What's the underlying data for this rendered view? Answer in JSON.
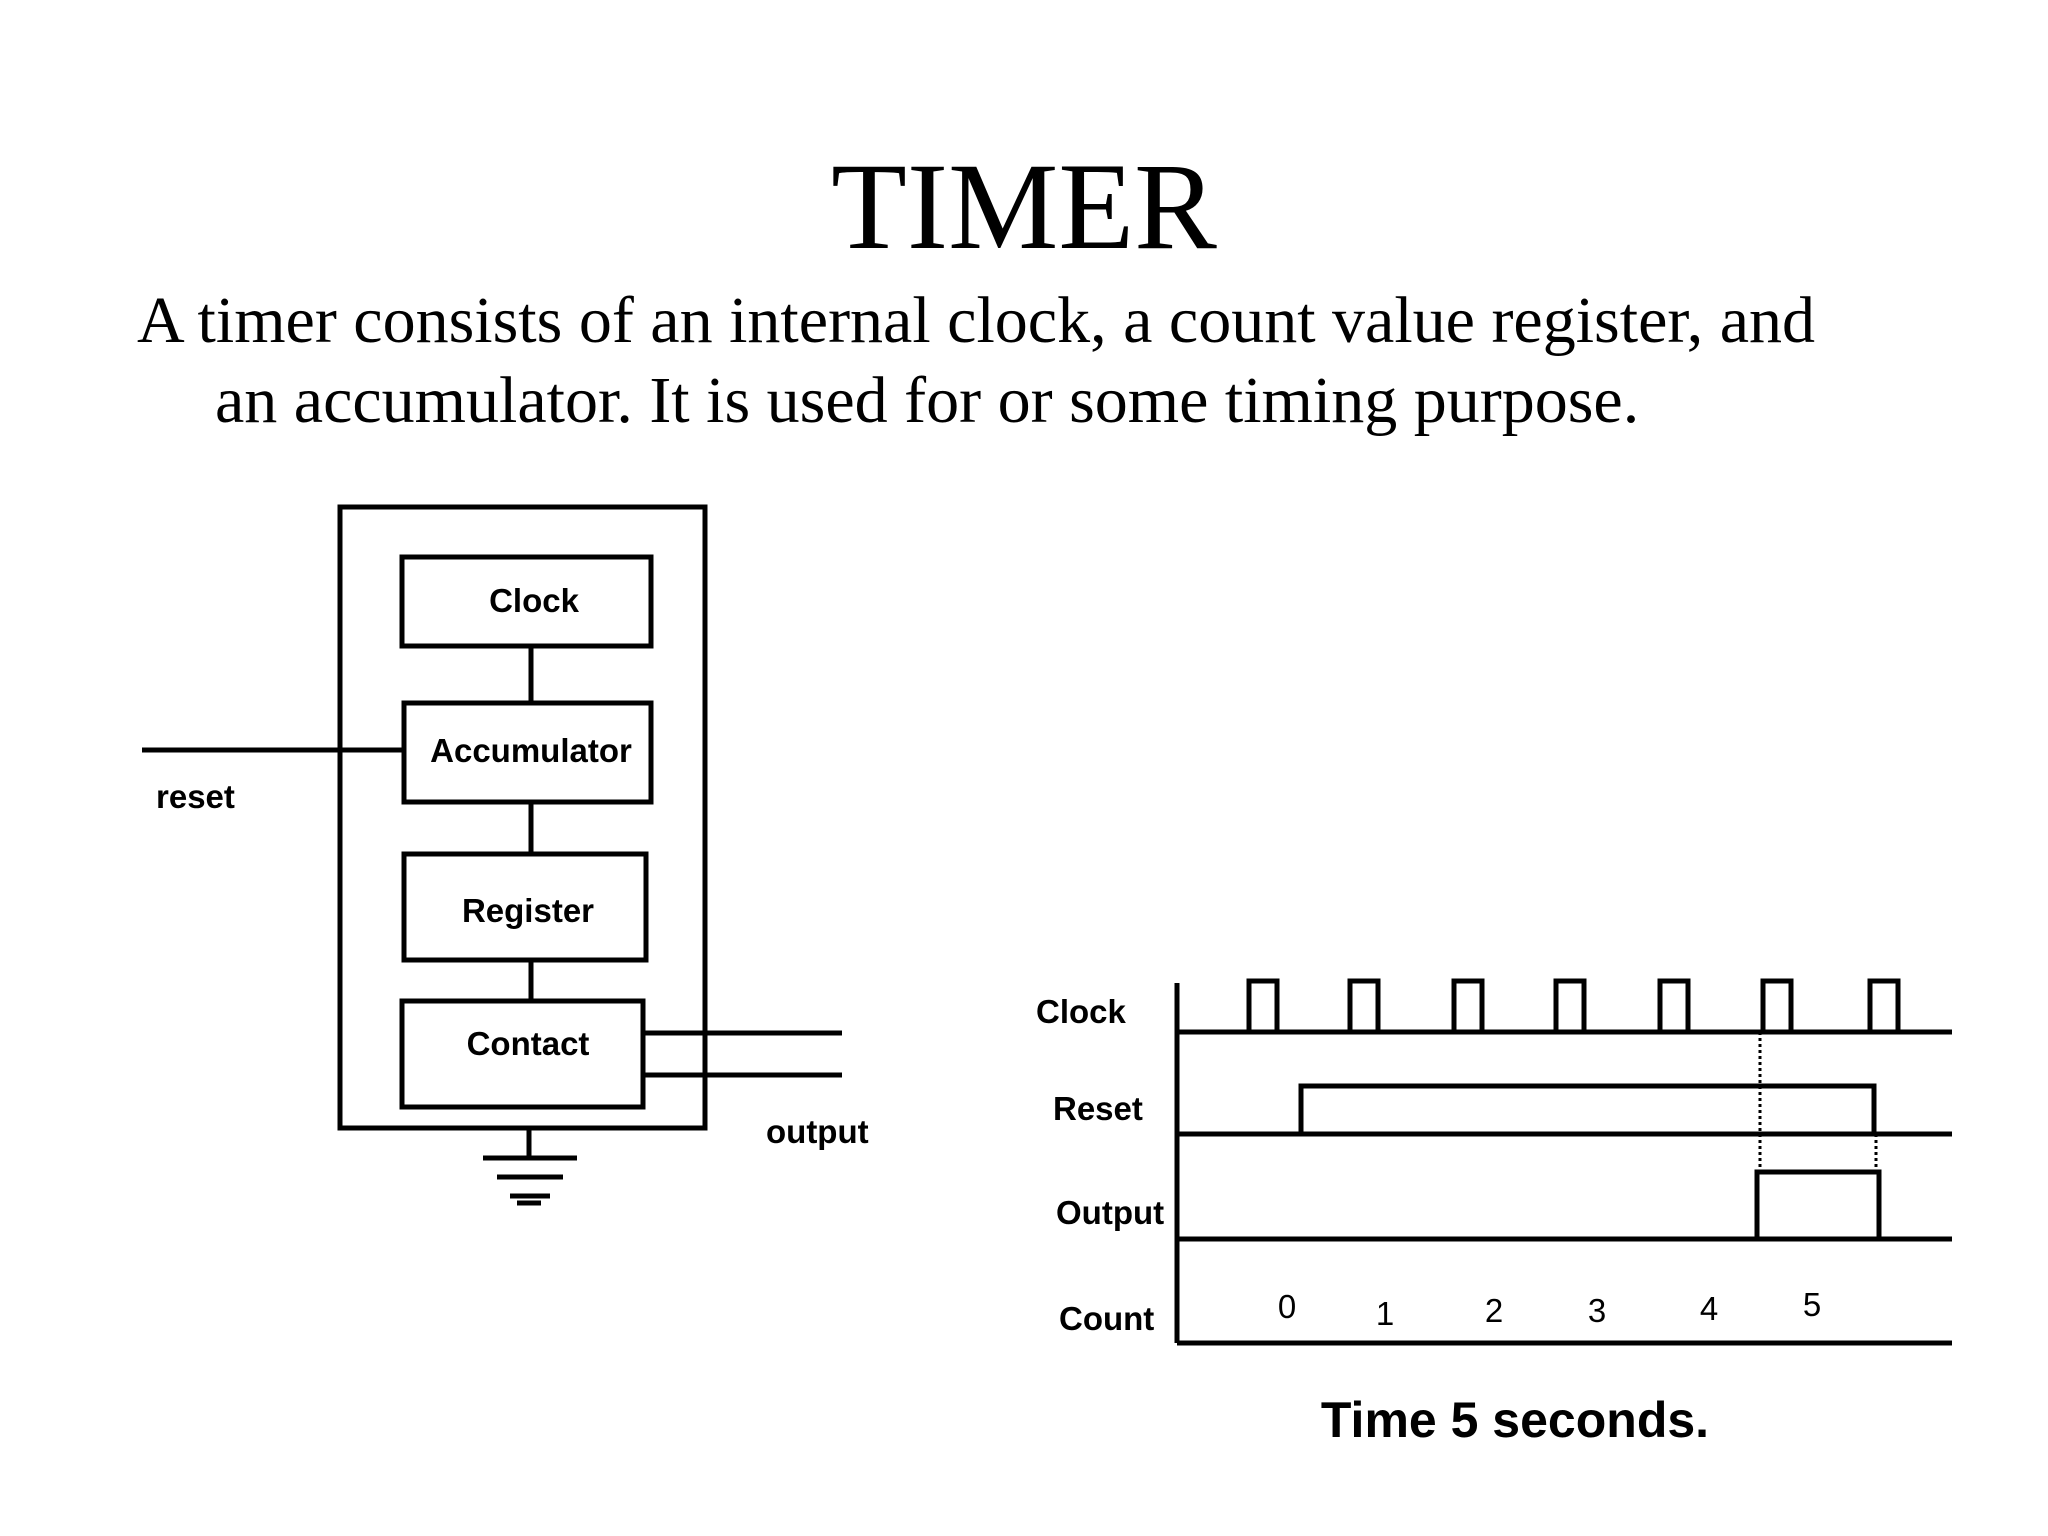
{
  "slide": {
    "title": "TIMER",
    "body_line_1": "A timer consists of an internal clock, a count value register, and",
    "body_line_2": "an accumulator. It is used for or some timing purpose."
  },
  "block_diagram": {
    "blocks": {
      "clock": "Clock",
      "accumulator": "Accumulator",
      "register": "Register",
      "contact": "Contact"
    },
    "reset_label": "reset",
    "output_label": "output"
  },
  "timing_diagram": {
    "signals": {
      "clock": "Clock",
      "reset": "Reset",
      "output": "Output",
      "count": "Count"
    },
    "count_values": [
      "0",
      "1",
      "2",
      "3",
      "4",
      "5"
    ],
    "caption": "Time 5 seconds."
  }
}
